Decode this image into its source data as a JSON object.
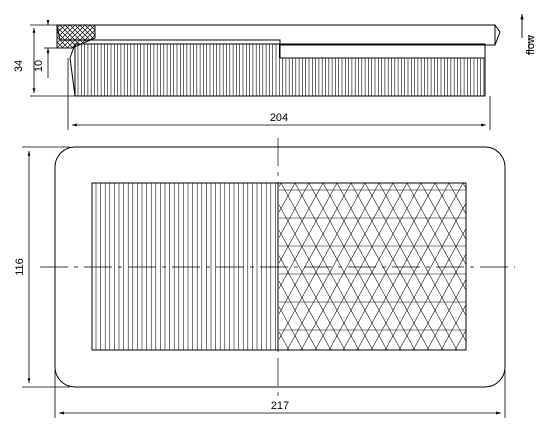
{
  "drawing": {
    "dimensions": {
      "total_height": "34",
      "frame_height": "10",
      "side_length": "204",
      "width": "116",
      "length": "217"
    },
    "flow_label": "flow",
    "colors": {
      "line": "#000000",
      "background": "#ffffff"
    }
  }
}
